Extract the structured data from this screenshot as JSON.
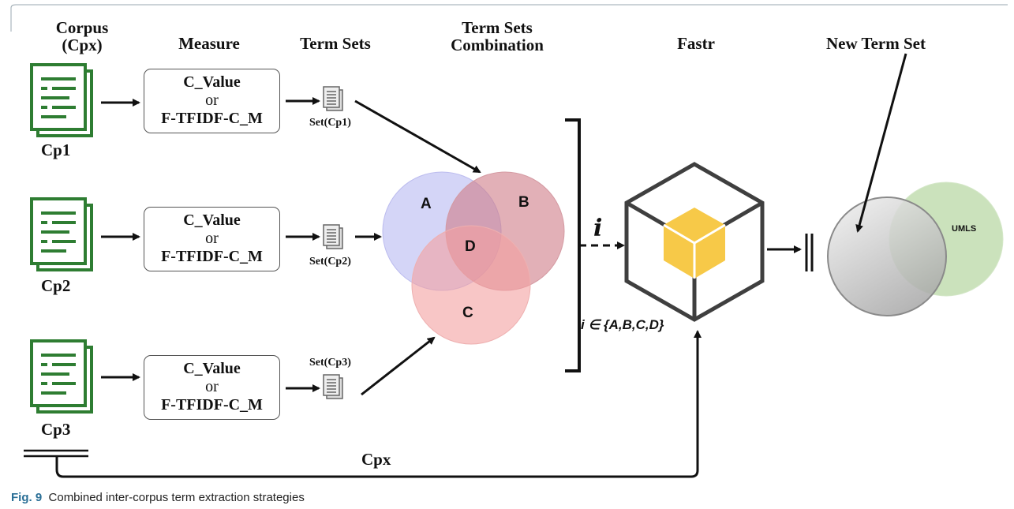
{
  "headers": {
    "corpus": "Corpus",
    "corpus_sub": "(Cpx)",
    "measure": "Measure",
    "term_sets": "Term Sets",
    "combination_1": "Term Sets",
    "combination_2": "Combination",
    "fastr": "Fastr",
    "new_term_set": "New Term Set"
  },
  "rows": [
    {
      "corpus": "Cp1",
      "measure_1": "C_Value",
      "measure_or": "or",
      "measure_2": "F-TFIDF-C_M",
      "set": "Set(Cp1)"
    },
    {
      "corpus": "Cp2",
      "measure_1": "C_Value",
      "measure_or": "or",
      "measure_2": "F-TFIDF-C_M",
      "set": "Set(Cp2)"
    },
    {
      "corpus": "Cp3",
      "measure_1": "C_Value",
      "measure_or": "or",
      "measure_2": "F-TFIDF-C_M",
      "set": "Set(Cp3)"
    }
  ],
  "venn": {
    "a": "A",
    "b": "B",
    "c": "C",
    "d": "D"
  },
  "iterator": {
    "symbol": "i",
    "domain": "i ∈ {A,B,C,D}"
  },
  "umls": "UMLS",
  "cpx": "Cpx",
  "caption": {
    "label": "Fig. 9",
    "text": "Combined inter-corpus term extraction strategies"
  },
  "colors": {
    "doc_green": "#2e7d32",
    "venn_a": "#b7b9f2",
    "venn_b": "#cf7c87",
    "venn_c": "#f3a0a0",
    "cube_yellow": "#f7c948",
    "cube_edge": "#3f3f3f",
    "umls_green": "#b9d8a6",
    "new_set_grey": "#c8c8c8"
  },
  "icons": [
    "document-icon",
    "term-set-icon",
    "cube-icon",
    "arrow-icon"
  ]
}
